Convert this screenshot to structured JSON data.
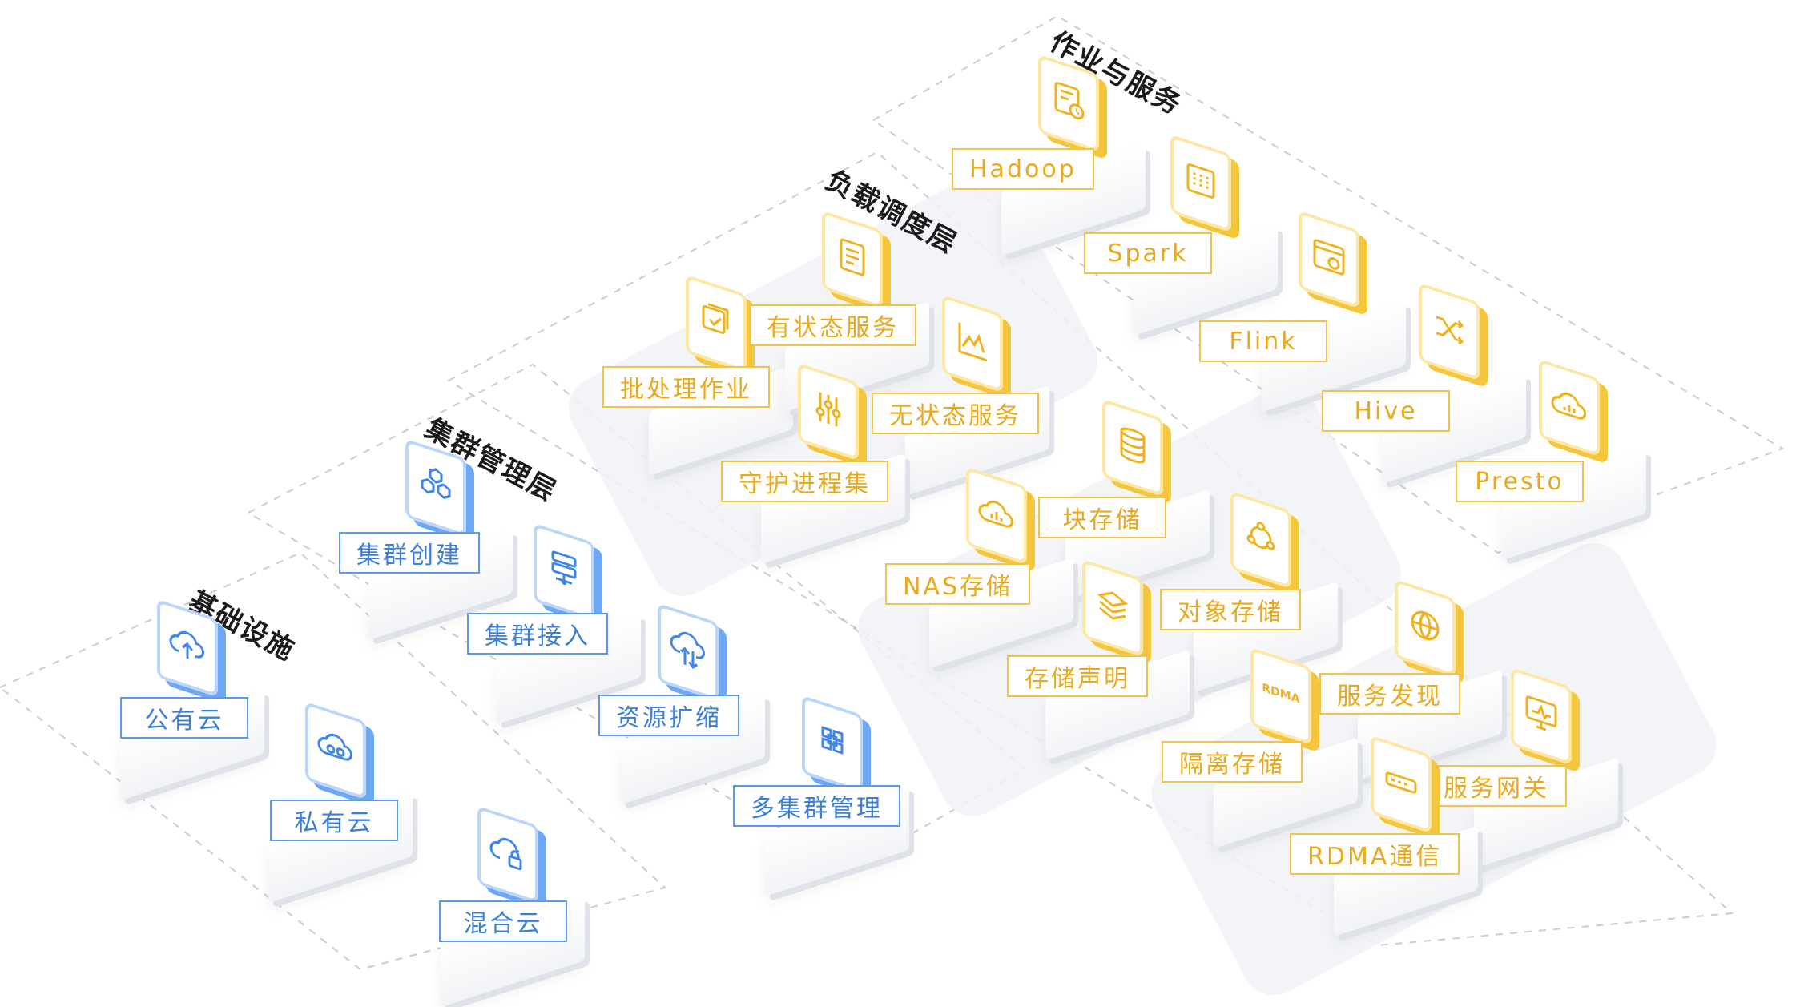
{
  "zones": [
    {
      "id": "infra",
      "title": "基础设施"
    },
    {
      "id": "cluster",
      "title": "集群管理层"
    },
    {
      "id": "schedule",
      "title": "负载调度层"
    },
    {
      "id": "jobs",
      "title": "作业与服务"
    }
  ],
  "nodes": [
    {
      "label": "公有云",
      "icon": "cloud-upload-icon",
      "color": "blue"
    },
    {
      "label": "私有云",
      "icon": "cloud-link-icon",
      "color": "blue"
    },
    {
      "label": "混合云",
      "icon": "cloud-lock-icon",
      "color": "blue"
    },
    {
      "label": "集群创建",
      "icon": "hexagons-icon",
      "color": "blue"
    },
    {
      "label": "集群接入",
      "icon": "server-icon",
      "color": "blue"
    },
    {
      "label": "资源扩缩",
      "icon": "cloud-arrows-icon",
      "color": "blue"
    },
    {
      "label": "多集群管理",
      "icon": "cubes-icon",
      "color": "blue"
    },
    {
      "label": "批处理作业",
      "icon": "stack-check-icon",
      "color": "yellow"
    },
    {
      "label": "有状态服务",
      "icon": "notebook-icon",
      "color": "yellow"
    },
    {
      "label": "无状态服务",
      "icon": "line-chart-icon",
      "color": "yellow"
    },
    {
      "label": "守护进程集",
      "icon": "sliders-icon",
      "color": "yellow"
    },
    {
      "label": "块存储",
      "icon": "database-icon",
      "color": "yellow"
    },
    {
      "label": "NAS存储",
      "icon": "cloud-chart-icon",
      "color": "yellow"
    },
    {
      "label": "对象存储",
      "icon": "nodes-icon",
      "color": "yellow"
    },
    {
      "label": "存储声明",
      "icon": "layers-icon",
      "color": "yellow"
    },
    {
      "label": "服务发现",
      "icon": "globe-icon",
      "color": "yellow"
    },
    {
      "label": "隔离存储",
      "icon": "rdma-icon",
      "color": "yellow",
      "icon_text": "RDMA"
    },
    {
      "label": "服务网关",
      "icon": "monitor-icon",
      "color": "yellow"
    },
    {
      "label": "RDMA通信",
      "icon": "router-icon",
      "color": "yellow"
    },
    {
      "label": "Hadoop",
      "icon": "doc-clock-icon",
      "color": "yellow"
    },
    {
      "label": "Spark",
      "icon": "panel-icon",
      "color": "yellow"
    },
    {
      "label": "Flink",
      "icon": "window-icon",
      "color": "yellow"
    },
    {
      "label": "Hive",
      "icon": "shuffle-icon",
      "color": "yellow"
    },
    {
      "label": "Presto",
      "icon": "cloud-bars-icon",
      "color": "yellow"
    }
  ],
  "colors": {
    "blue": "#4a8fe8",
    "yellow": "#f2c24a",
    "dash": "#c9cdd4"
  }
}
